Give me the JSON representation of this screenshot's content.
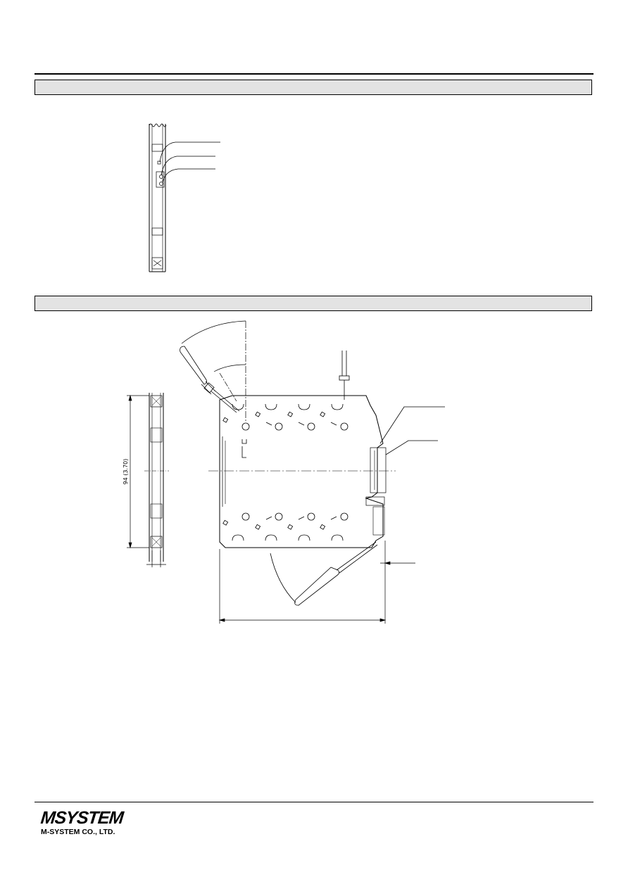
{
  "header": {
    "section_1_title": "",
    "section_2_title": ""
  },
  "drawing": {
    "dimension_label": "94 (3.70)"
  },
  "footer": {
    "logo_mark": "MSYSTEM",
    "company_name": "M-SYSTEM CO., LTD."
  }
}
